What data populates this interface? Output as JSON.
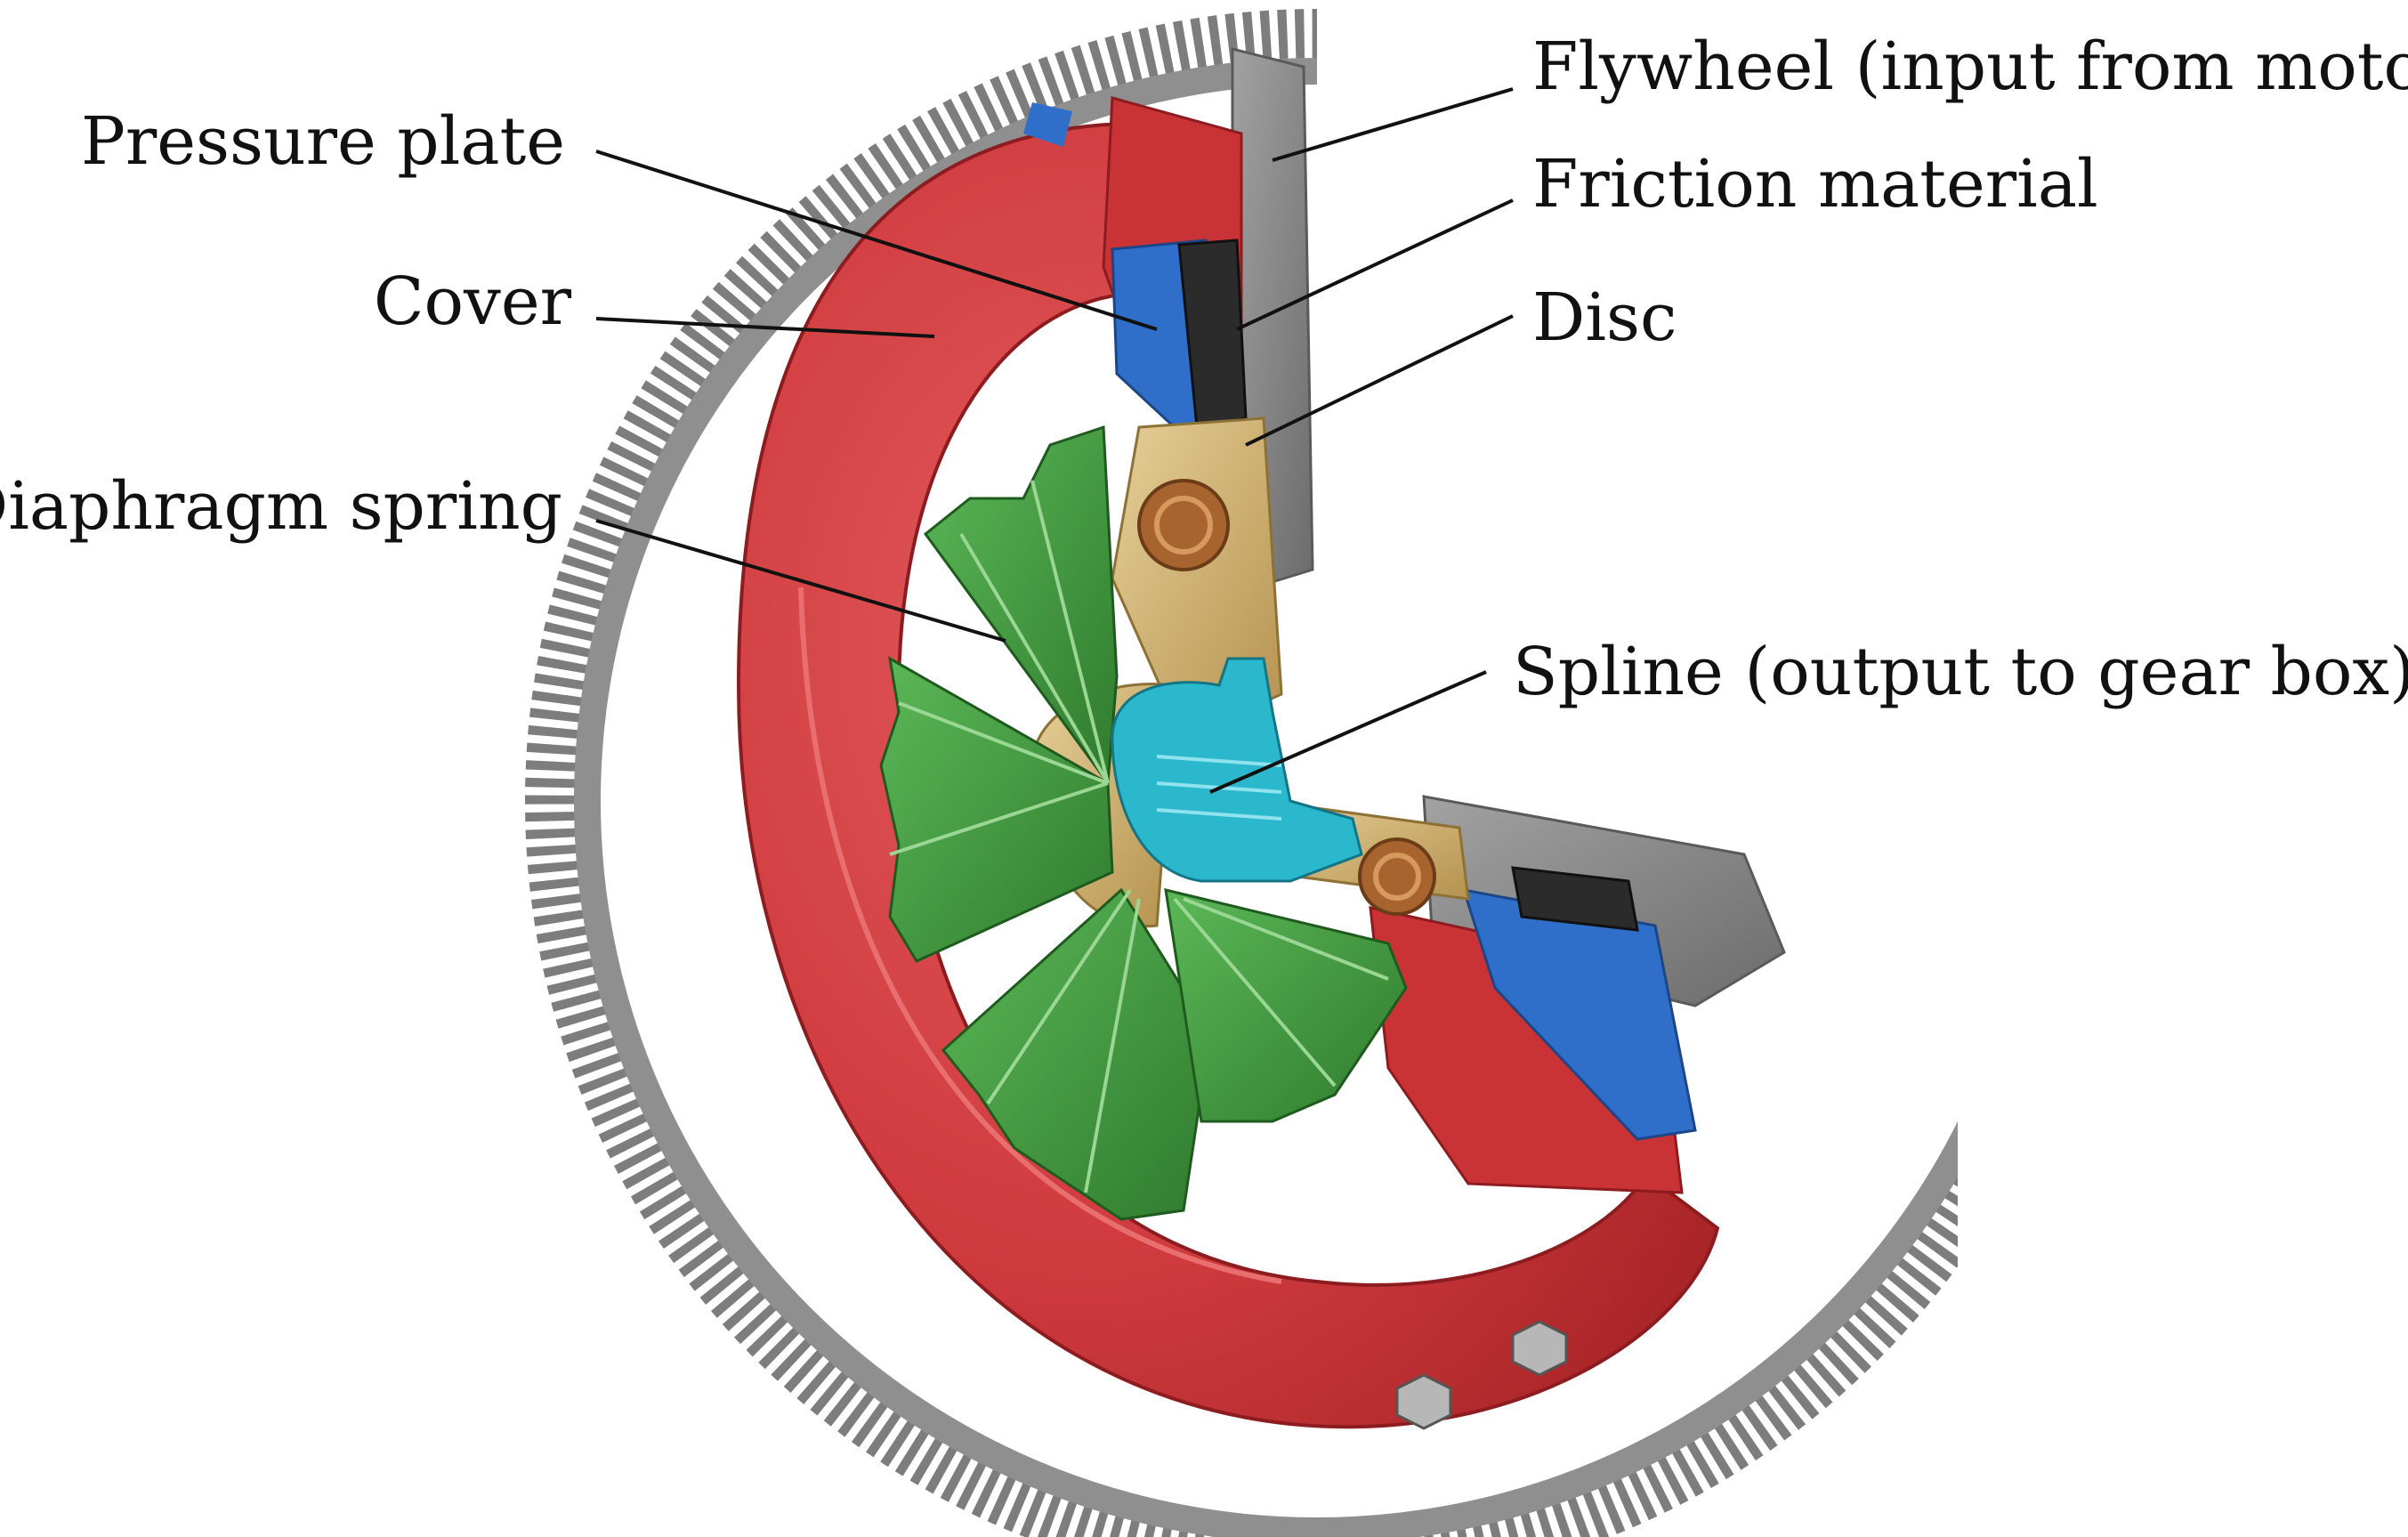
{
  "labels": {
    "flywheel": "Flywheel (input from motor)",
    "pressure_plate": "Pressure plate",
    "friction_material": "Friction material",
    "cover": "Cover",
    "disc": "Disc",
    "diaphragm_spring": "Diaphragm spring",
    "spline": "Spline (output to gear box)"
  },
  "colors": {
    "cover": "#d0383c",
    "pressure_plate": "#2f6fc9",
    "diaphragm_spring": "#3f9a3c",
    "disc_hub": "#c8a86a",
    "spline": "#2bb8cc",
    "flywheel": "#8c8c8c",
    "spring_coil": "#a8642e"
  }
}
